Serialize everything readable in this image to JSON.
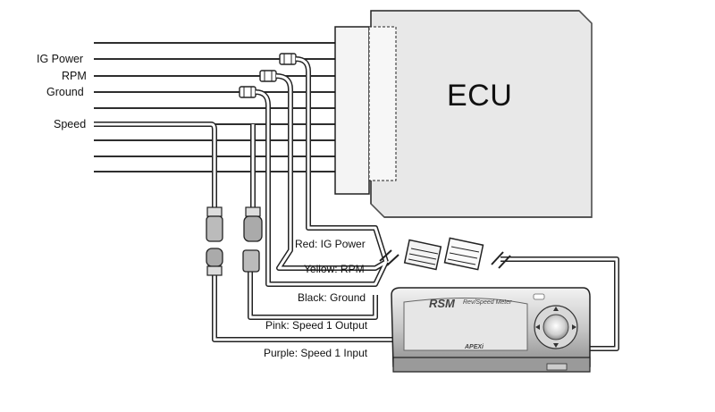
{
  "ecu": {
    "label": "ECU"
  },
  "signals": {
    "ig_power": "IG Power",
    "rpm": "RPM",
    "ground": "Ground",
    "speed": "Speed"
  },
  "wires": {
    "red": "Red: IG Power",
    "yellow": "Yellow: RPM",
    "black": "Black: Ground",
    "pink": "Pink: Speed 1 Output",
    "purple": "Purple: Speed 1 Input"
  },
  "device": {
    "brand_mark": "RSM",
    "subtitle": "Rev/Speed Meter",
    "maker": "APEXi"
  }
}
